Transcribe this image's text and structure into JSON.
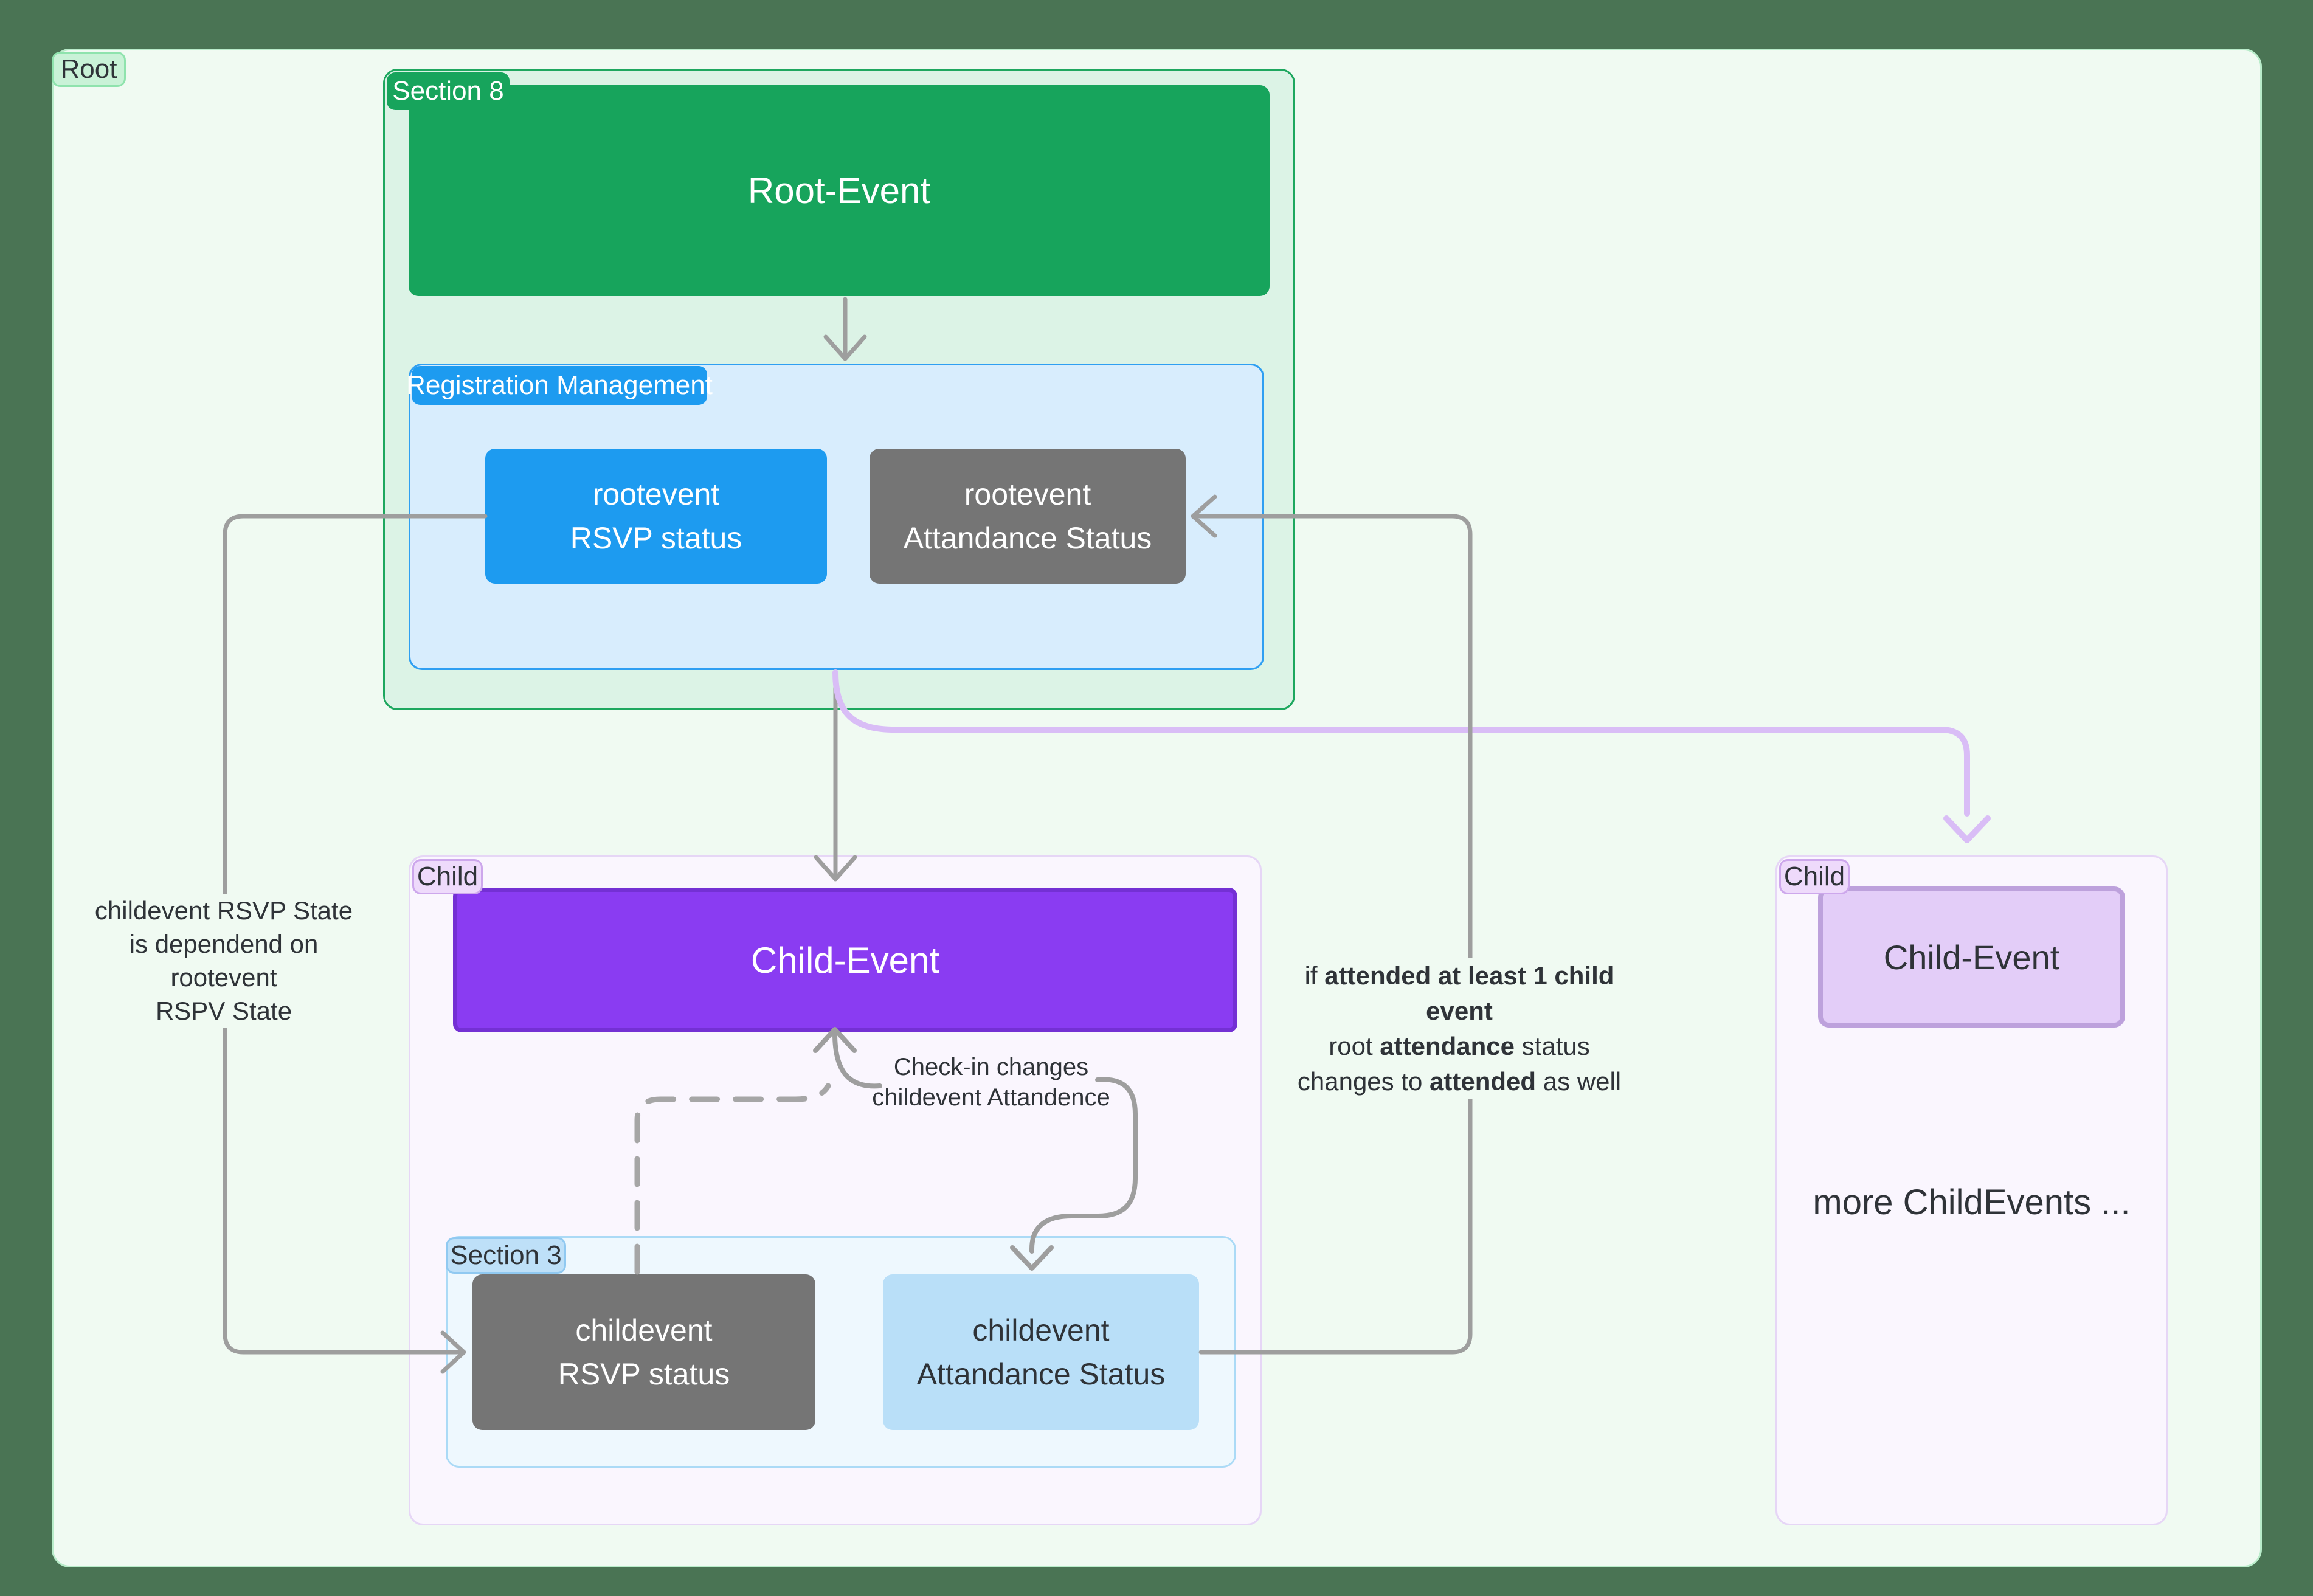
{
  "diagram": {
    "root": {
      "tab": "Root"
    },
    "section8": {
      "tab": "Section 8",
      "root_event_label": "Root-Event",
      "registration": {
        "tab": "Registration Management",
        "rsvp_box": {
          "line1": "rootevent",
          "line2": "RSVP status"
        },
        "attendance_box": {
          "line1": "rootevent",
          "line2": "Attandance Status"
        }
      }
    },
    "child_left": {
      "tab": "Child",
      "event_label": "Child-Event",
      "section3": {
        "tab": "Section 3",
        "rsvp_box": {
          "line1": "childevent",
          "line2": "RSVP status"
        },
        "attendance_box": {
          "line1": "childevent",
          "line2": "Attandance Status"
        }
      }
    },
    "child_right": {
      "tab": "Child",
      "event_label": "Child-Event",
      "more_text": "more ChildEvents ..."
    },
    "notes": {
      "left": {
        "line1": "childevent RSVP State",
        "line2": "is dependend on rootevent",
        "line3": "RSPV State"
      },
      "checkin": {
        "line1": "Check-in changes",
        "line2": "childevent Attandence"
      },
      "right": {
        "lines_rich": [
          [
            {
              "t": "if ",
              "b": false
            },
            {
              "t": "attended at least 1 child event",
              "b": true
            }
          ],
          [
            {
              "t": "root ",
              "b": false
            },
            {
              "t": "attendance",
              "b": true
            },
            {
              "t": " status",
              "b": false
            }
          ],
          [
            {
              "t": "changes to ",
              "b": false
            },
            {
              "t": "attended",
              "b": true
            },
            {
              "t": " as well",
              "b": false
            }
          ]
        ]
      }
    },
    "colors": {
      "bg": "#4a7454",
      "root_fill": "#f0faf2",
      "root_border": "#b9ecca",
      "root_tab_fill": "#c9f2d7",
      "root_tab_border": "#8fe3ad",
      "green": "#17a45c",
      "section8_fill": "#dcf3e6",
      "section8_border": "#1ea75f",
      "blue": "#1d9bf0",
      "reg_fill": "#d8edfd",
      "reg_border": "#2f9ff2",
      "gray_box": "#757575",
      "purple_event": "#8a3cf2",
      "purple_event_border": "#7430d4",
      "child_fill": "#faf6fe",
      "child_border": "#e6d6f6",
      "child_tab_fill": "#eedafb",
      "child_tab_border": "#cda7ec",
      "section3_fill": "#eef8fe",
      "section3_border": "#abdaf6",
      "section3_tab_fill": "#bee0f8",
      "section3_tab_border": "#90c9f1",
      "lightblue_box": "#b9dff8",
      "child_event_right_fill": "#e3cdf8",
      "child_event_right_border": "#bda1dc",
      "line_gray": "#9e9e9e",
      "line_purple": "#d9bdf6",
      "dash_gray": "#a6a6a6",
      "text_dark": "#2f3338"
    }
  }
}
